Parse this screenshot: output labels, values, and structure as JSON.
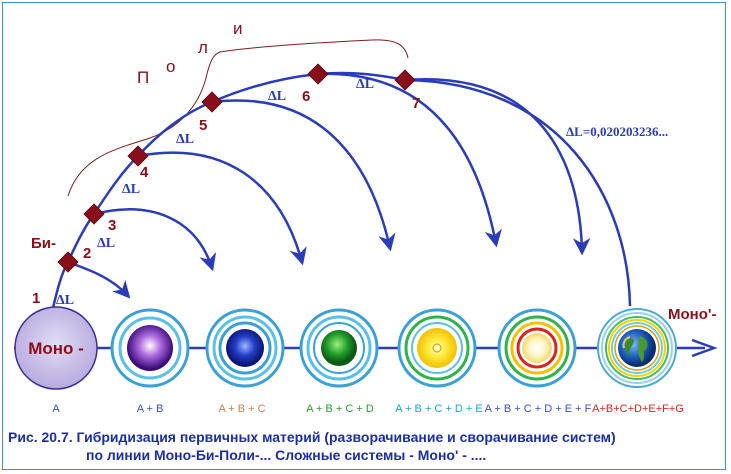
{
  "labels": {
    "mono": "Моно -",
    "bi": "Би-",
    "mono_prime": "Моно'-",
    "delta_l": "ΔL",
    "delta_value": "ΔL=0,020203236...",
    "poly_letters": [
      "П",
      "о",
      "л",
      "и"
    ]
  },
  "steps": [
    "1",
    "2",
    "3",
    "4",
    "5",
    "6",
    "7"
  ],
  "captions": [
    {
      "text": "A"
    },
    {
      "text": "A + B"
    },
    {
      "text": "A + B + C"
    },
    {
      "text": "A + B + C + D"
    },
    {
      "text": "A + B + C + D + E"
    },
    {
      "text": "A + B + C + D + E + F"
    },
    {
      "text": "A+B+C+D+E+F+G"
    }
  ],
  "colors": {
    "arrow_blue": "#2b3cb8",
    "node_label_red": "#8b0f1a",
    "caption_blue": "#1c2fa0",
    "frame_blue": "#3a8fd6"
  },
  "caption": {
    "line1": "Рис. 20.7. Гибридизация первичных материй (разворачивание и сворачивание систем)",
    "line2": "по линии Моно-Би-Поли-... Сложные системы - Моно' - ...."
  }
}
